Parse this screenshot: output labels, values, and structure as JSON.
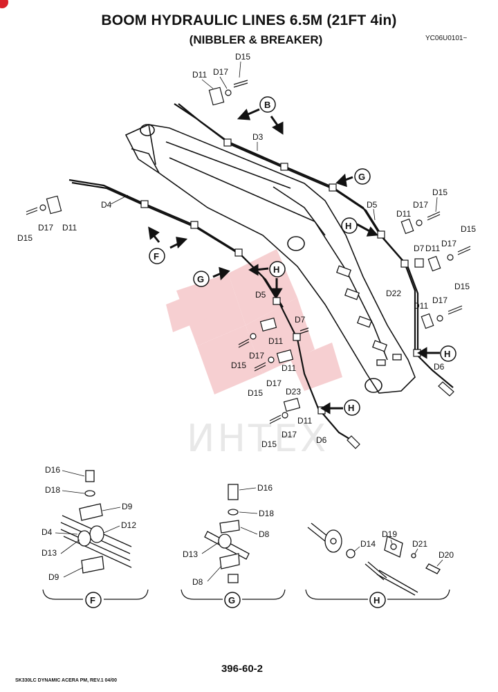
{
  "page": {
    "title": "BOOM HYDRAULIC LINES 6.5M (21FT 4in)",
    "subtitle": "(NIBBLER & BREAKER)",
    "doc_id": "YC06U0101~",
    "page_number": "396-60-2",
    "footer": "SK330LC DYNAMIC ACERA PM, REV.1 04/00",
    "watermark": "ИНТЕХ"
  },
  "callouts": {
    "B": "B",
    "G": "G",
    "F": "F",
    "H": "H"
  },
  "parts": {
    "D3": "D3",
    "D4": "D4",
    "D5": "D5",
    "D6": "D6",
    "D7": "D7",
    "D8": "D8",
    "D9": "D9",
    "D11": "D11",
    "D12": "D12",
    "D13": "D13",
    "D14": "D14",
    "D15": "D15",
    "D16": "D16",
    "D17": "D17",
    "D18": "D18",
    "D19": "D19",
    "D20": "D20",
    "D21": "D21",
    "D22": "D22",
    "D23": "D23"
  },
  "detail_captions": [
    "F",
    "G",
    "H"
  ],
  "colors": {
    "ink": "#111111",
    "watermark_red": "#f2b8ba",
    "watermark_gray": "#e4e4e4"
  }
}
